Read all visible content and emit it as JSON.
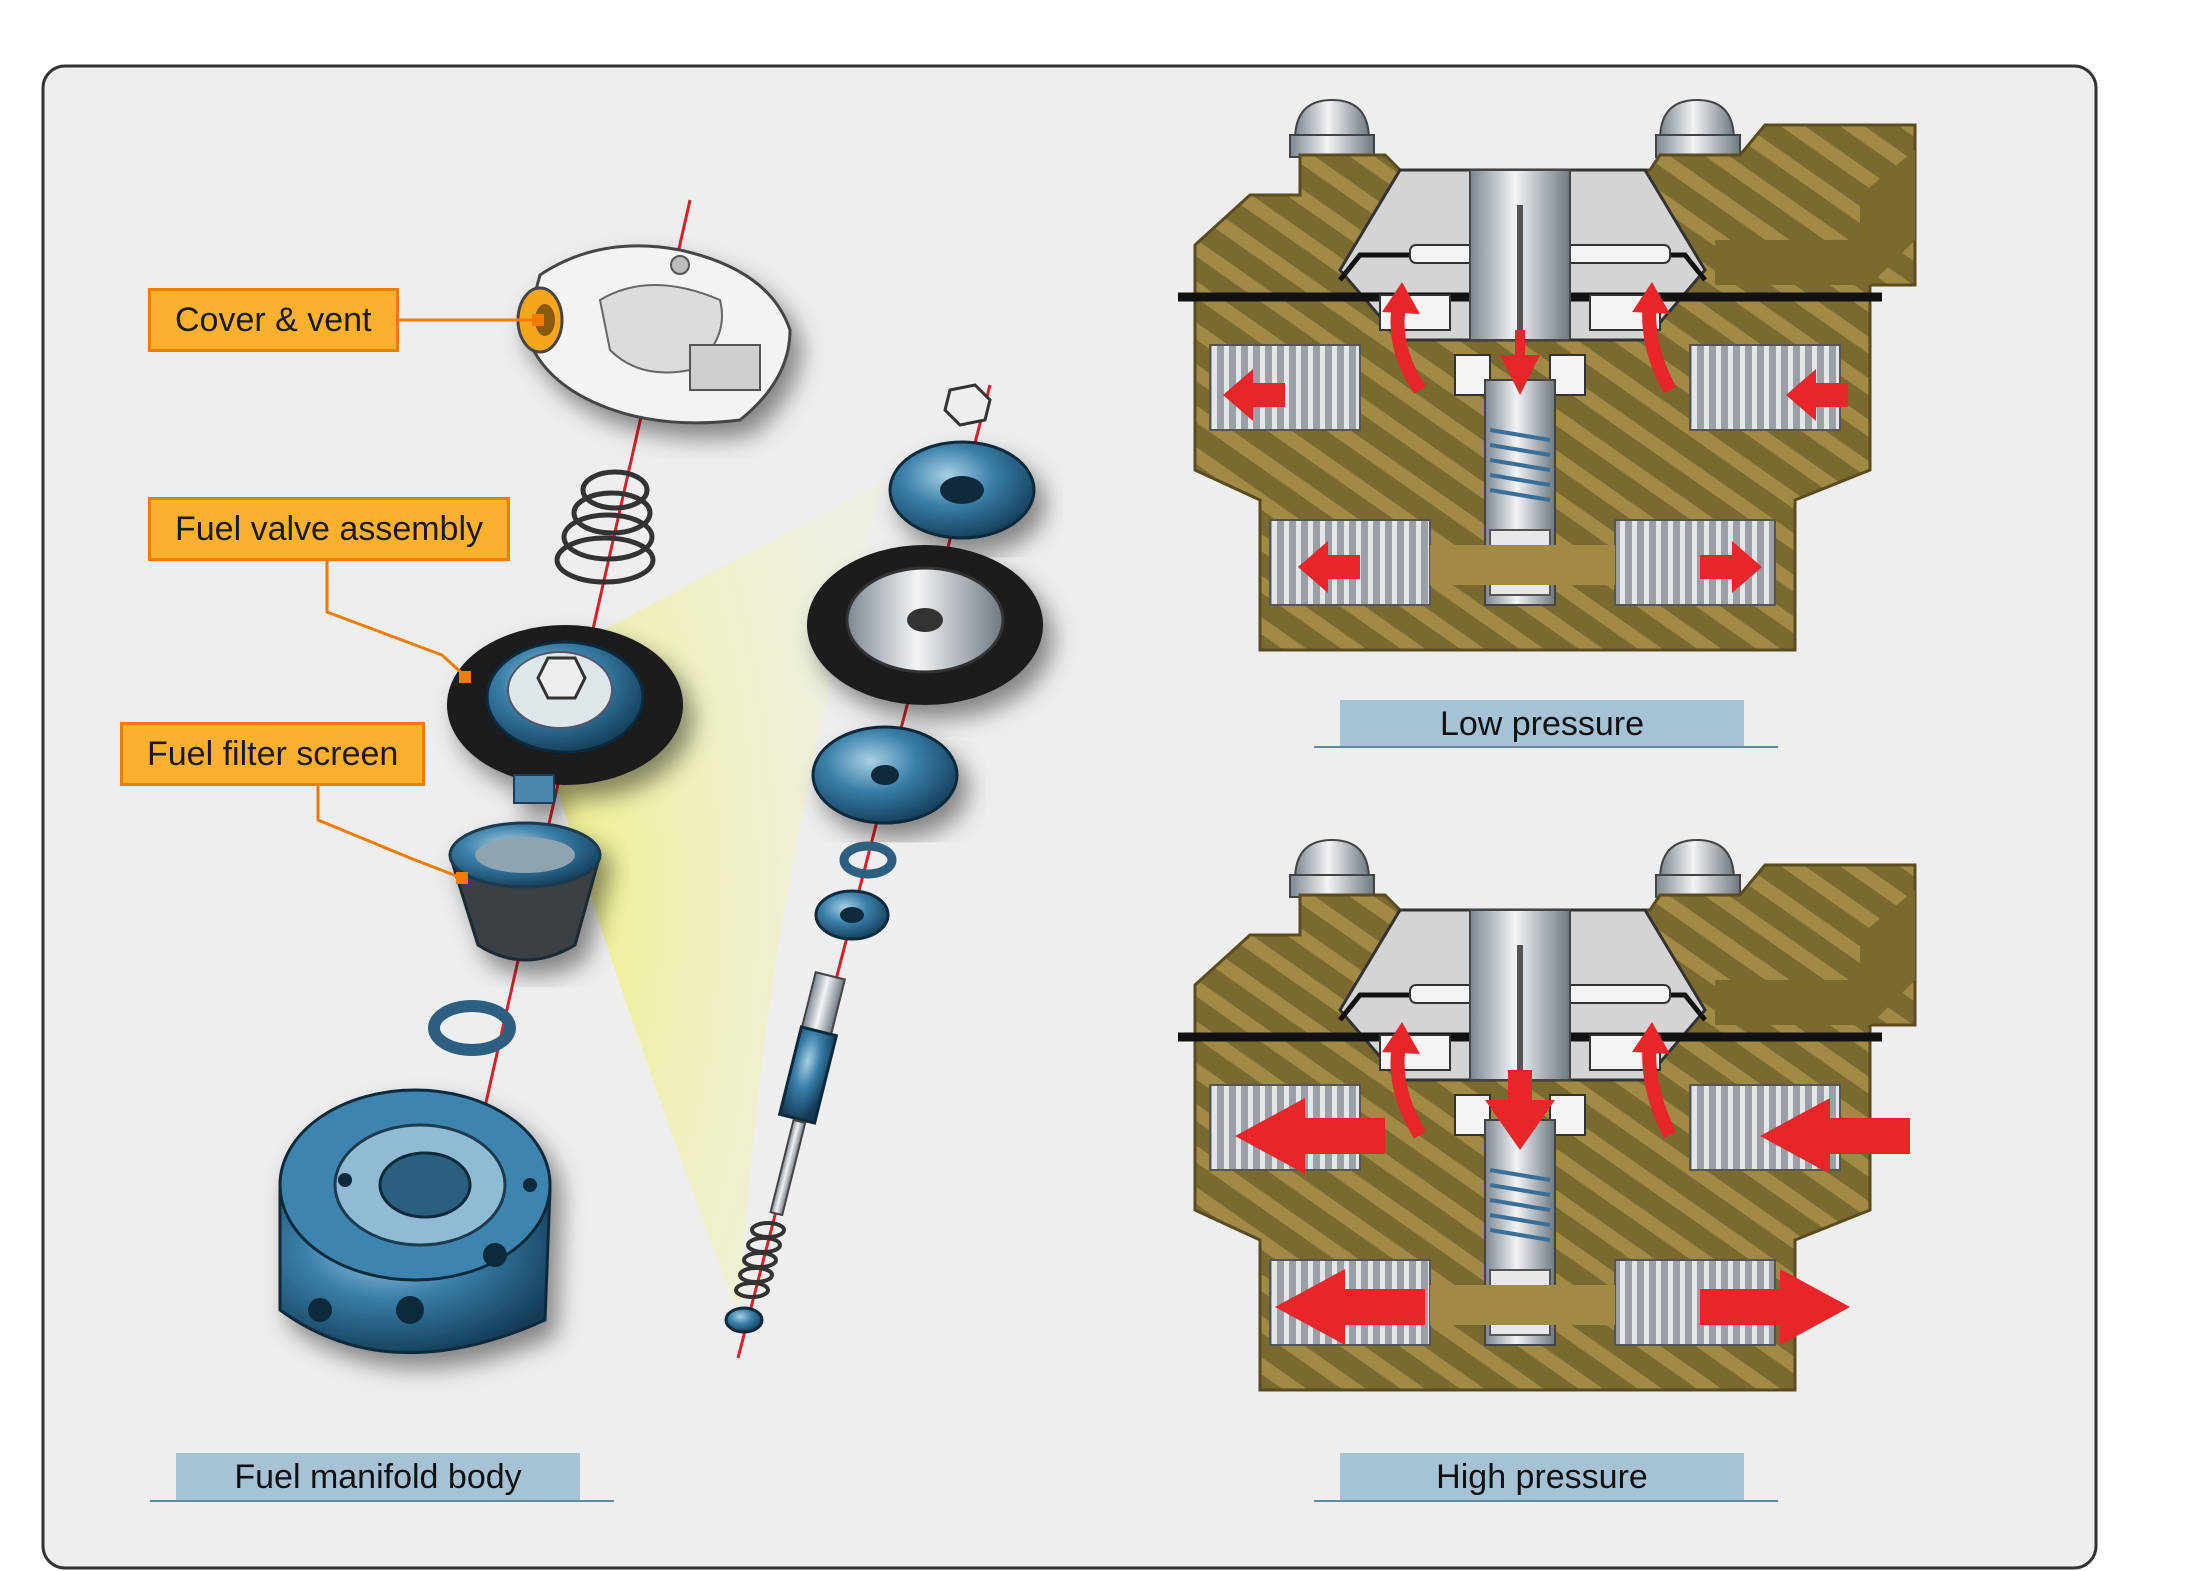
{
  "callouts": {
    "cover_vent": "Cover & vent",
    "fuel_valve_assembly": "Fuel valve assembly",
    "fuel_filter_screen": "Fuel filter screen"
  },
  "captions": {
    "fuel_manifold_body": "Fuel manifold body",
    "low_pressure": "Low pressure",
    "high_pressure": "High pressure"
  },
  "colors": {
    "callout_fill": "#fbb12d",
    "callout_border": "#f07d00",
    "caption_fill": "#a5c3d4",
    "brass": "#7d6a2e",
    "flow_arrow": "#e8262a",
    "part_blue": "#2f6f95",
    "axis_line": "#d9202a"
  }
}
